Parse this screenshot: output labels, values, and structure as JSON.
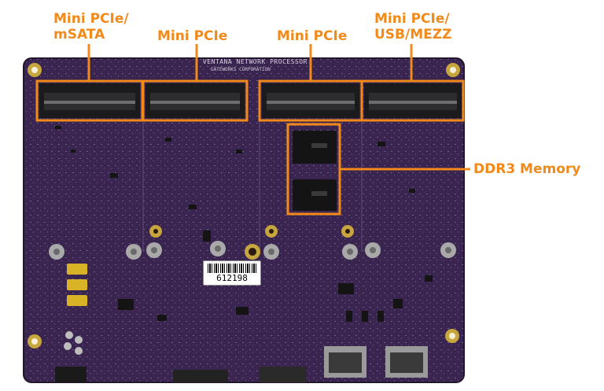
{
  "callouts": {
    "c1_line1": "Mini PCIe/",
    "c1_line2": "mSATA",
    "c2": "Mini PCIe",
    "c3": "Mini PCIe",
    "c4_line1": "Mini PCIe/",
    "c4_line2": "USB/MEZZ",
    "c5": "DDR3 Memory"
  },
  "board": {
    "title": "VENTANA NETWORK PROCESSOR",
    "maker": "GATEWORKS CORPORATION",
    "serial": "612198"
  },
  "colors": {
    "pcb": "#3a2450",
    "accent": "#f28a1a"
  }
}
